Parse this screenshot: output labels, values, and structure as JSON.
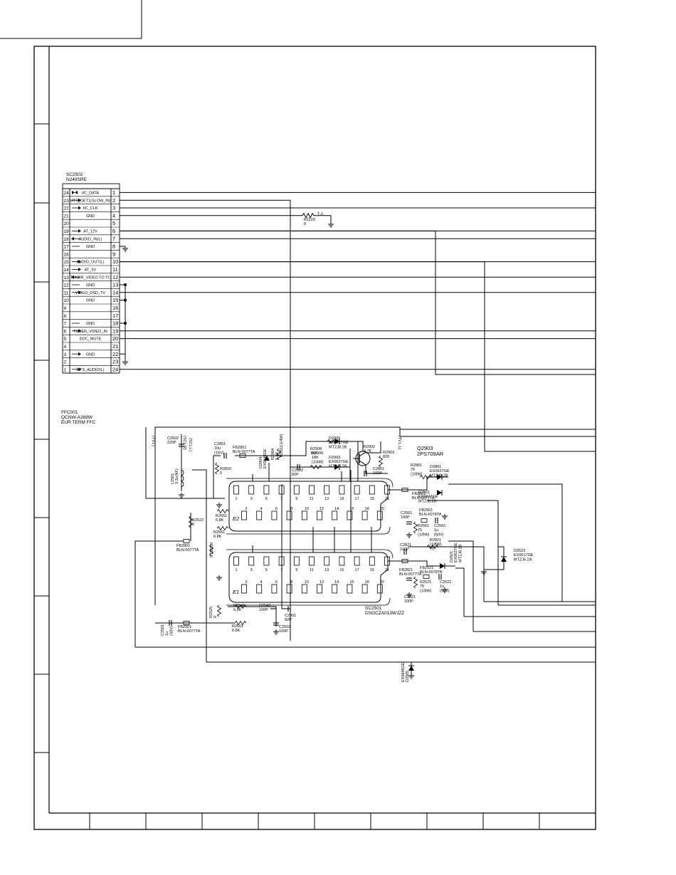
{
  "connector": {
    "ref": "SC2502",
    "part": "N249SRE",
    "pins": [
      {
        "left": "24",
        "arrow": "both",
        "signal": "IIC_DATA",
        "right": "1"
      },
      {
        "left": "23",
        "arrow": "right",
        "signal": "MTS_DET1(SLOW_IN)",
        "right": "2"
      },
      {
        "left": "22",
        "arrow": "right",
        "signal": "IIC_CLK",
        "right": "3"
      },
      {
        "left": "21",
        "arrow": "none",
        "signal": "GND",
        "right": "4"
      },
      {
        "left": "20",
        "arrow": "none",
        "signal": "",
        "right": "5"
      },
      {
        "left": "19",
        "arrow": "right",
        "signal": "AT_12V",
        "right": "6"
      },
      {
        "left": "18",
        "arrow": "left",
        "signal": "AUDIO_IN(L)",
        "right": "7"
      },
      {
        "left": "17",
        "arrow": "line",
        "signal": "GND",
        "right": "8"
      },
      {
        "left": "16",
        "arrow": "none",
        "signal": "",
        "right": "9"
      },
      {
        "left": "15",
        "arrow": "right",
        "signal": "AUDIO_OUT(L)",
        "right": "10"
      },
      {
        "left": "14",
        "arrow": "right",
        "signal": "AT_5V",
        "right": "11"
      },
      {
        "left": "13",
        "arrow": "left",
        "signal": "TUNER_VIDEO TO TC",
        "right": "12"
      },
      {
        "left": "12",
        "arrow": "line",
        "signal": "GND",
        "right": "13"
      },
      {
        "left": "11",
        "arrow": "right",
        "signal": "VIDEO_OSD_TV",
        "right": "14"
      },
      {
        "left": "10",
        "arrow": "none",
        "signal": "GND",
        "right": "15"
      },
      {
        "left": "9",
        "arrow": "none",
        "signal": "",
        "right": "16"
      },
      {
        "left": "8",
        "arrow": "none",
        "signal": "",
        "right": "17"
      },
      {
        "left": "7",
        "arrow": "line",
        "signal": "GND",
        "right": "18"
      },
      {
        "left": "6",
        "arrow": "right",
        "signal": "TUNER_VIDEO_IN",
        "right": "19"
      },
      {
        "left": "5",
        "arrow": "none",
        "signal": "DOC_MUTE",
        "right": "20"
      },
      {
        "left": "4",
        "arrow": "none",
        "signal": "",
        "right": "21"
      },
      {
        "left": "3",
        "arrow": "right",
        "signal": "GND",
        "right": "22"
      },
      {
        "left": "2",
        "arrow": "none",
        "signal": "",
        "right": "23"
      },
      {
        "left": "1",
        "arrow": "right",
        "signal": "MTS_AUDIO(L)",
        "right": "24"
      }
    ]
  },
  "ffc": [
    "FFC001",
    "QCNW-A388W",
    "EUR TERM FFC"
  ],
  "scart_top": {
    "pins_top": [
      "1",
      "3",
      "5",
      "7",
      "9",
      "11",
      "13",
      "15",
      "17",
      "19",
      "21"
    ],
    "pins_bottom": [
      "2",
      "4",
      "6",
      "8",
      "10",
      "12",
      "14",
      "16",
      "18",
      "20"
    ],
    "mark": "E2"
  },
  "scart_bottom": {
    "ref": "SC2501",
    "part": "DSOCZA013WJZZ",
    "pins_top": [
      "1",
      "3",
      "5",
      "7",
      "9",
      "11",
      "13",
      "15",
      "17",
      "19",
      "21"
    ],
    "pins_bottom": [
      "2",
      "4",
      "6",
      "8",
      "10",
      "12",
      "14",
      "16",
      "18",
      "20"
    ],
    "mark": "E1"
  },
  "transistor": {
    "ref": "Q2903",
    "part": "2PS709AR"
  },
  "components": [
    {
      "id": "r1129",
      "lines": [
        "R1129",
        "0"
      ]
    },
    {
      "id": "tj",
      "lines": [
        "T-J"
      ]
    },
    {
      "id": "c2502",
      "lines": [
        "C2502",
        "220P"
      ]
    },
    {
      "id": "c2851",
      "lines": [
        "C2851",
        "10u",
        "(16V)"
      ]
    },
    {
      "id": "fb2851",
      "lines": [
        "FB2851",
        "BLN-0077TA"
      ]
    },
    {
      "id": "r2810",
      "lines": [
        "R2810",
        "0"
      ]
    },
    {
      "id": "d2904",
      "lines": [
        "D2904",
        "EX0646GE"
      ]
    },
    {
      "id": "r2904",
      "lines": [
        "R2904",
        "5.6K"
      ]
    },
    {
      "id": "r2911",
      "lines": [
        "R2911(1/4W)"
      ]
    },
    {
      "id": "r2906",
      "lines": [
        "R2906",
        "18K",
        "(1/4W)"
      ]
    },
    {
      "id": "r2908",
      "lines": [
        "R2908",
        "15K"
      ]
    },
    {
      "id": "d2905",
      "lines": [
        "D2905",
        "EX0627GE",
        "MTZJ8.2B"
      ]
    },
    {
      "id": "d2903",
      "lines": [
        "D2903",
        "EX0627GE",
        "MTZJ8.2B"
      ]
    },
    {
      "id": "c2902",
      "lines": [
        "C2902",
        "82P"
      ]
    },
    {
      "id": "r2902",
      "lines": [
        "R2902",
        "4.7K"
      ]
    },
    {
      "id": "r2903",
      "lines": [
        "R2903",
        "820"
      ]
    },
    {
      "id": "c2861",
      "lines": [
        "C2861",
        "100P"
      ]
    },
    {
      "id": "r2861",
      "lines": [
        "R2861",
        "75",
        "(1/8W)"
      ]
    },
    {
      "id": "d2861",
      "lines": [
        "D2861",
        "EX0627GE",
        "MTZJ8.2B"
      ]
    },
    {
      "id": "fb2861",
      "lines": [
        "FB2861",
        "BLN-0077TA"
      ]
    },
    {
      "id": "d2561",
      "lines": [
        "D2561",
        "EX0627GE",
        "MTZJ8.2B"
      ]
    },
    {
      "id": "fb2561",
      "lines": [
        "FB2561",
        "BLN-0078TA"
      ]
    },
    {
      "id": "c2561",
      "lines": [
        "C2561",
        "100P"
      ]
    },
    {
      "id": "r2561",
      "lines": [
        "R2561",
        "75",
        "(1/8W)"
      ]
    },
    {
      "id": "c2562",
      "lines": [
        "C2562",
        "1u",
        "(50V)"
      ]
    },
    {
      "id": "l2501",
      "lines": [
        "L2501",
        "3.3u(NF)"
      ]
    },
    {
      "id": "r2522",
      "lines": [
        "R2522",
        "0"
      ]
    },
    {
      "id": "r2551",
      "lines": [
        "R2551",
        "6.8K"
      ]
    },
    {
      "id": "r2561b",
      "lines": [
        "R2561",
        "6.8K"
      ]
    },
    {
      "id": "fb2801",
      "lines": [
        "FB2801",
        "BLN-0077TA"
      ]
    },
    {
      "id": "r2821",
      "lines": [
        "R2821",
        "(1/8W)",
        "75"
      ]
    },
    {
      "id": "c2821",
      "lines": [
        "C2821",
        "100P"
      ]
    },
    {
      "id": "fb2821",
      "lines": [
        "FB2821",
        "BLN-0077TA"
      ]
    },
    {
      "id": "d2821",
      "lines": [
        "D2821",
        "EX0627GE",
        "MTZJ8.2B"
      ]
    },
    {
      "id": "fb2521",
      "lines": [
        "FB2521",
        "BLN-0078TA"
      ]
    },
    {
      "id": "d2523",
      "lines": [
        "D2523",
        "EX0617GE",
        "MTZJ6.2A"
      ]
    },
    {
      "id": "c2521",
      "lines": [
        "C2521",
        "100P"
      ]
    },
    {
      "id": "r2521",
      "lines": [
        "R2521",
        "75",
        "(1/8W)"
      ]
    },
    {
      "id": "c2522",
      "lines": [
        "C2522",
        "1u",
        "(50V)"
      ]
    },
    {
      "id": "r2525",
      "lines": [
        "R2525",
        "0"
      ]
    },
    {
      "id": "r2541",
      "lines": [
        "R2541",
        "6.8K"
      ]
    },
    {
      "id": "c2543",
      "lines": [
        "C2543",
        "100P"
      ]
    },
    {
      "id": "r2501",
      "lines": [
        "R2501",
        "6.8K"
      ]
    },
    {
      "id": "c2503",
      "lines": [
        "C2503",
        "100P"
      ]
    },
    {
      "id": "c2901",
      "lines": [
        "C2901",
        "82P"
      ]
    },
    {
      "id": "c2501",
      "lines": [
        "C2501",
        "1u",
        "(50V)"
      ]
    },
    {
      "id": "fb2501",
      "lines": [
        "FB2501",
        "BLN-0077TA"
      ]
    },
    {
      "id": "d2505",
      "lines": [
        "EX0646GE",
        "D2505"
      ]
    }
  ],
  "net_labels": [
    "(TV.L)",
    "(SCL.R)",
    "(SCL.L)",
    "(TV.L.L)",
    "R2503 0"
  ]
}
